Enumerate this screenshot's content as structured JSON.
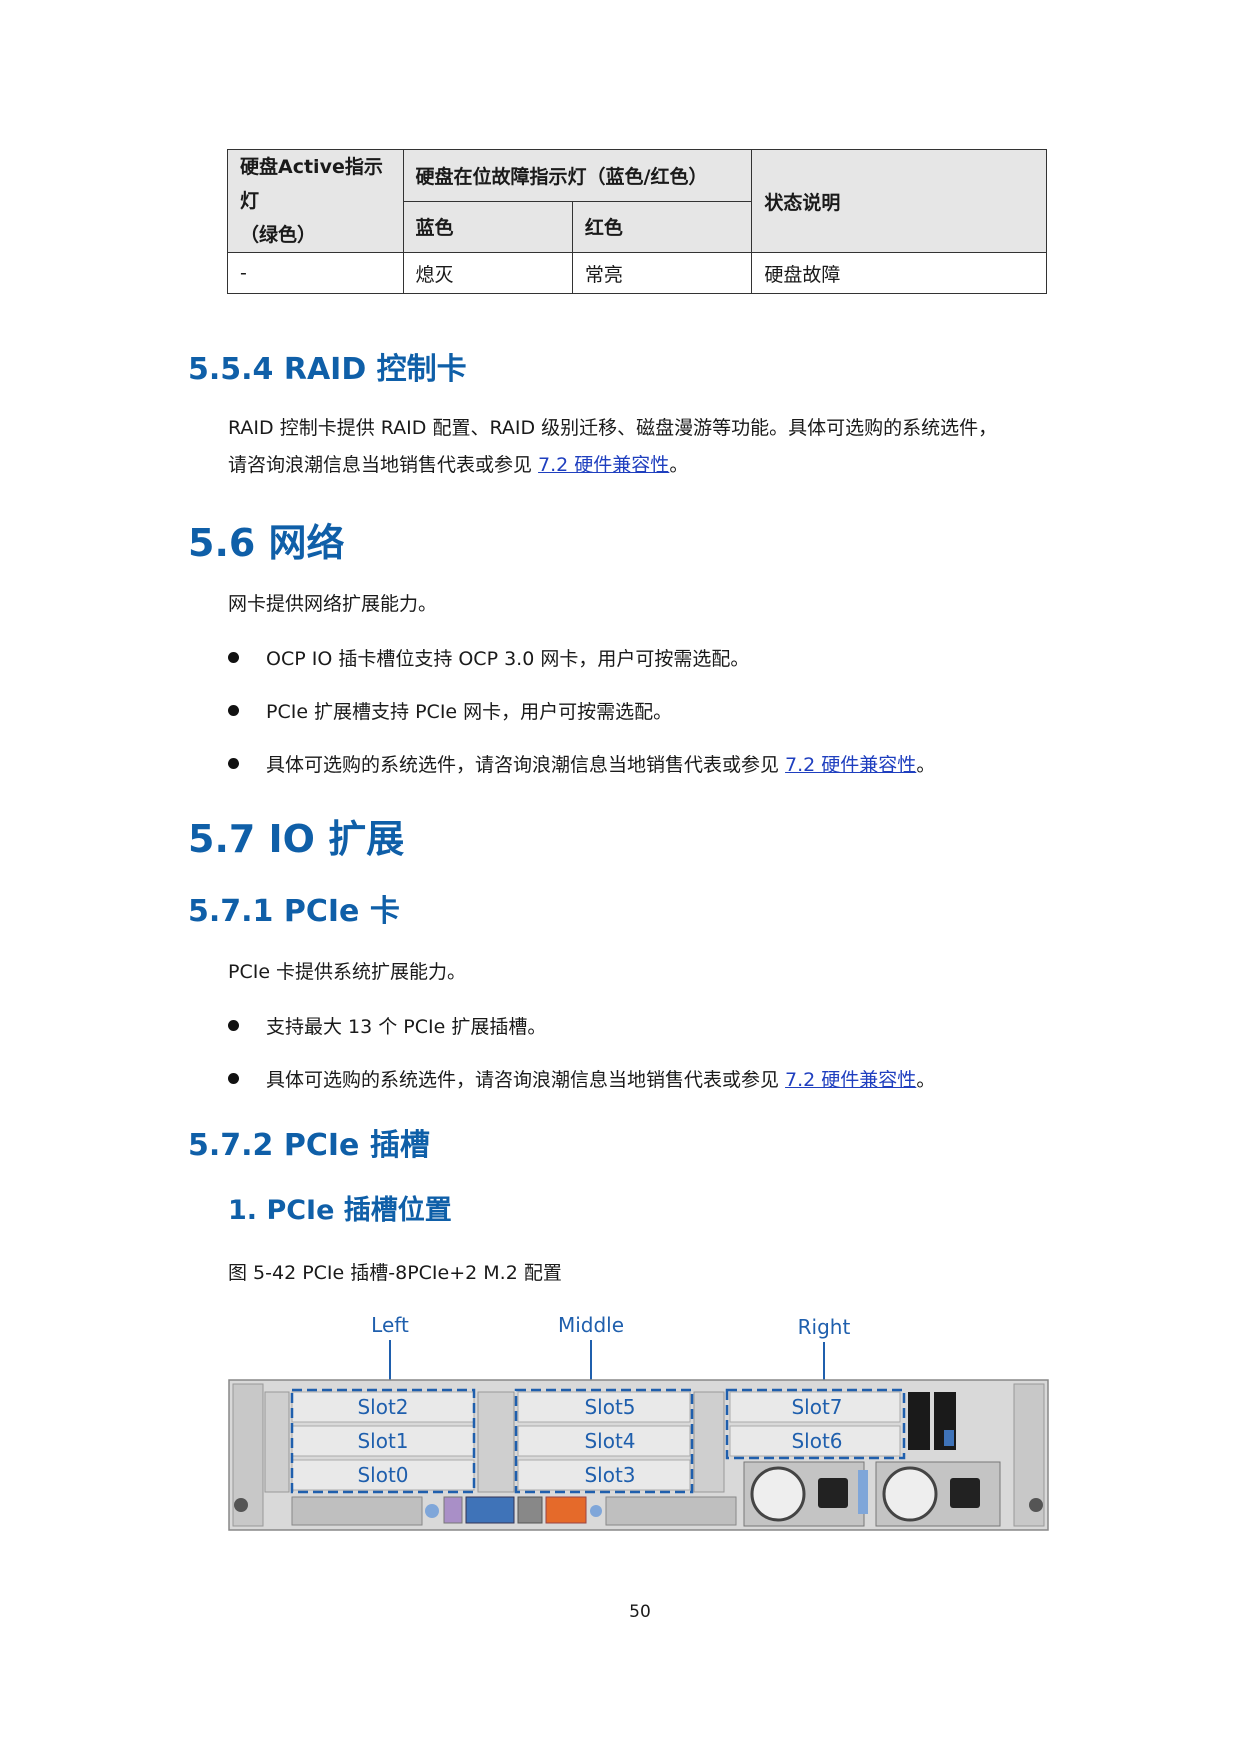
{
  "table": {
    "header": {
      "active_line1": "硬盘Active指示灯",
      "active_line2": "（绿色）",
      "fault": "硬盘在位故障指示灯（蓝色/红色）",
      "status": "状态说明",
      "blue": "蓝色",
      "red": "红色"
    },
    "rows": [
      {
        "active": "-",
        "blue": "熄灭",
        "red": "常亮",
        "status": "硬盘故障"
      }
    ]
  },
  "sec_554": {
    "title": "5.5.4 RAID 控制卡",
    "para_line1": "RAID 控制卡提供 RAID 配置、RAID 级别迁移、磁盘漫游等功能。具体可选购的系统选件，",
    "para_line2_prefix": "请咨询浪潮信息当地销售代表或参见 ",
    "link": "7.2  硬件兼容性",
    "para_line2_suffix": "。"
  },
  "sec_56": {
    "title": "5.6 网络",
    "intro": "网卡提供网络扩展能力。",
    "bullets": [
      "OCP IO 插卡槽位支持 OCP 3.0 网卡，用户可按需选配。",
      "PCIe 扩展槽支持 PCIe 网卡，用户可按需选配。"
    ],
    "bullet3_prefix": "具体可选购的系统选件，请咨询浪潮信息当地销售代表或参见 ",
    "link": "7.2  硬件兼容性",
    "bullet3_suffix": "。"
  },
  "sec_57": {
    "title": "5.7 IO 扩展"
  },
  "sec_571": {
    "title": "5.7.1 PCIe 卡",
    "intro": "PCIe 卡提供系统扩展能力。",
    "bullet1": "支持最大 13 个 PCIe 扩展插槽。",
    "bullet2_prefix": "具体可选购的系统选件，请咨询浪潮信息当地销售代表或参见 ",
    "link": "7.2  硬件兼容性",
    "bullet2_suffix": "。"
  },
  "sec_572": {
    "title": "5.7.2 PCIe 插槽"
  },
  "sub_1": {
    "title": "1. PCIe 插槽位置"
  },
  "figure": {
    "caption": "图 5-42 PCIe 插槽-8PCIe+2 M.2 配置",
    "groups": {
      "left": "Left",
      "middle": "Middle",
      "right": "Right"
    },
    "slots": {
      "s0": "Slot0",
      "s1": "Slot1",
      "s2": "Slot2",
      "s3": "Slot3",
      "s4": "Slot4",
      "s5": "Slot5",
      "s6": "Slot6",
      "s7": "Slot7"
    },
    "colors": {
      "label": "#1f5fad",
      "dash": "#1f5fad",
      "chassis": "#d8d8d8"
    }
  },
  "page_number": "50"
}
